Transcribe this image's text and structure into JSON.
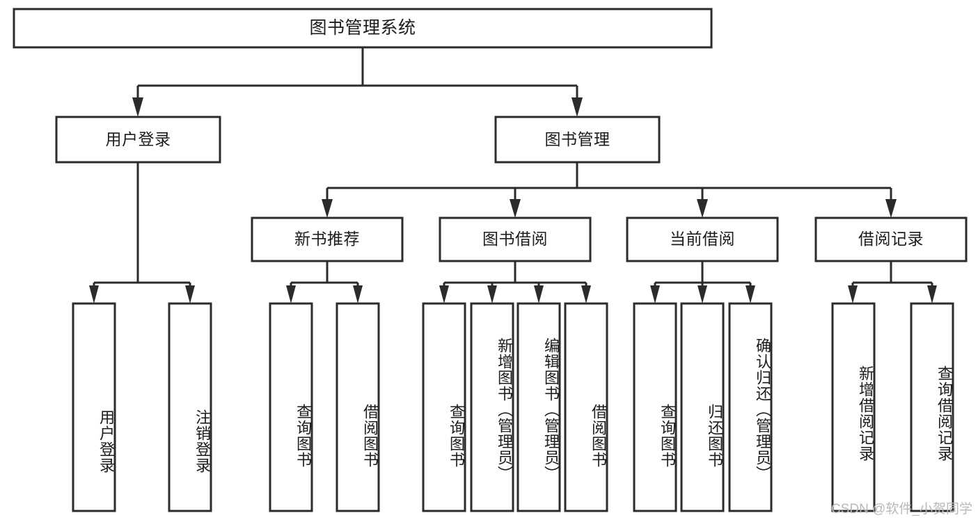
{
  "diagram": {
    "kind": "tree-hierarchy-chart",
    "title": "图书管理系统",
    "background_color": "#ffffff",
    "line_color": "#2b2b2b",
    "text_color": "#1c1c1c",
    "watermark": "CSDN @软件_小贺同学",
    "levels": {
      "root": {
        "label": "图书管理系统"
      },
      "level1": [
        {
          "id": "user-login",
          "label": "用户登录"
        },
        {
          "id": "book-manage",
          "label": "图书管理"
        }
      ],
      "level2": [
        {
          "id": "new-book-recommend",
          "label": "新书推荐",
          "parent": "book-manage"
        },
        {
          "id": "book-borrow",
          "label": "图书借阅",
          "parent": "book-manage"
        },
        {
          "id": "current-borrow",
          "label": "当前借阅",
          "parent": "book-manage"
        },
        {
          "id": "borrow-record",
          "label": "借阅记录",
          "parent": "book-manage"
        }
      ],
      "leaves": [
        {
          "id": "leaf-user-login",
          "label": "用户登录",
          "parent": "user-login"
        },
        {
          "id": "leaf-logout",
          "label": "注销登录",
          "parent": "user-login"
        },
        {
          "id": "leaf-query-book-1",
          "label": "查询图书",
          "parent": "new-book-recommend"
        },
        {
          "id": "leaf-borrow-book-1",
          "label": "借阅图书",
          "parent": "new-book-recommend"
        },
        {
          "id": "leaf-query-book-2",
          "label": "查询图书",
          "parent": "book-borrow"
        },
        {
          "id": "leaf-add-book",
          "label": "新增图书（管理员）",
          "parent": "book-borrow"
        },
        {
          "id": "leaf-edit-book",
          "label": "编辑图书（管理员）",
          "parent": "book-borrow"
        },
        {
          "id": "leaf-borrow-book-2",
          "label": "借阅图书",
          "parent": "book-borrow"
        },
        {
          "id": "leaf-query-book-3",
          "label": "查询图书",
          "parent": "current-borrow"
        },
        {
          "id": "leaf-return-book",
          "label": "归还图书",
          "parent": "current-borrow"
        },
        {
          "id": "leaf-confirm-return",
          "label": "确认归还（管理员）",
          "parent": "current-borrow"
        },
        {
          "id": "leaf-add-record",
          "label": "新增借阅记录",
          "parent": "borrow-record"
        },
        {
          "id": "leaf-query-record",
          "label": "查询借阅记录",
          "parent": "borrow-record"
        }
      ]
    }
  }
}
